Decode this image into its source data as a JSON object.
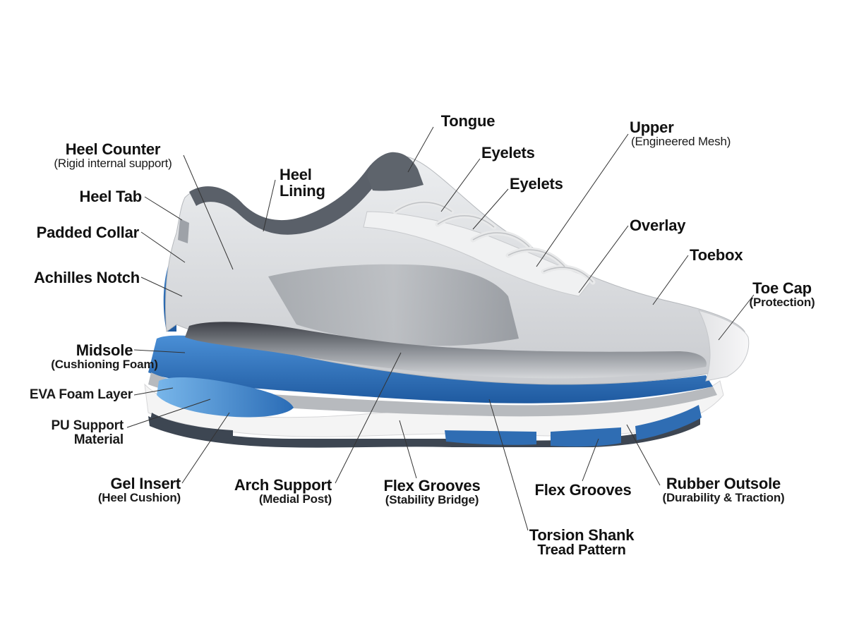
{
  "labels": {
    "tongue": {
      "title": "Tongue"
    },
    "heel_counter": {
      "title": "Heel Counter",
      "sub": "(Rigid internal support)"
    },
    "heel_lining": {
      "title": "Heel",
      "title2": "Lining"
    },
    "eyelets_1": {
      "title": "Eyelets"
    },
    "eyelets_2": {
      "title": "Eyelets"
    },
    "upper": {
      "title": "Upper",
      "sub": "(Engineered Mesh)"
    },
    "heel_tab": {
      "title": "Heel Tab"
    },
    "overlay": {
      "title": "Overlay"
    },
    "padded_collar": {
      "title": "Padded Collar"
    },
    "toebox": {
      "title": "Toebox"
    },
    "achilles_notch": {
      "title": "Achilles Notch"
    },
    "toe_cap": {
      "title": "Toe Cap",
      "sub": "(Protection)"
    },
    "midsole": {
      "title": "Midsole",
      "sub": "(Cushioning Foam)"
    },
    "eva_foam": {
      "title": "EVA Foam Layer"
    },
    "pu_support": {
      "title": "PU Support",
      "title2": "Material"
    },
    "gel_insert": {
      "title": "Gel Insert",
      "sub": "(Heel Cushion)"
    },
    "arch_support": {
      "title": "Arch Support",
      "sub": "(Medial Post)"
    },
    "flex_grooves_1": {
      "title": "Flex Grooves",
      "sub": "(Stability Bridge)"
    },
    "flex_grooves_2": {
      "title": "Flex Grooves"
    },
    "rubber_outsole": {
      "title": "Rubber Outsole",
      "sub": "(Durability & Traction)"
    },
    "torsion_shank": {
      "title": "Torsion Shank",
      "title2": "Tread Pattern"
    }
  },
  "colors": {
    "accent_blue": "#2f6db3",
    "mesh_gray": "#d9dadc",
    "dark_gray": "#4a4f57",
    "sole_white": "#f4f4f4",
    "outsole_dark": "#3d4652"
  }
}
